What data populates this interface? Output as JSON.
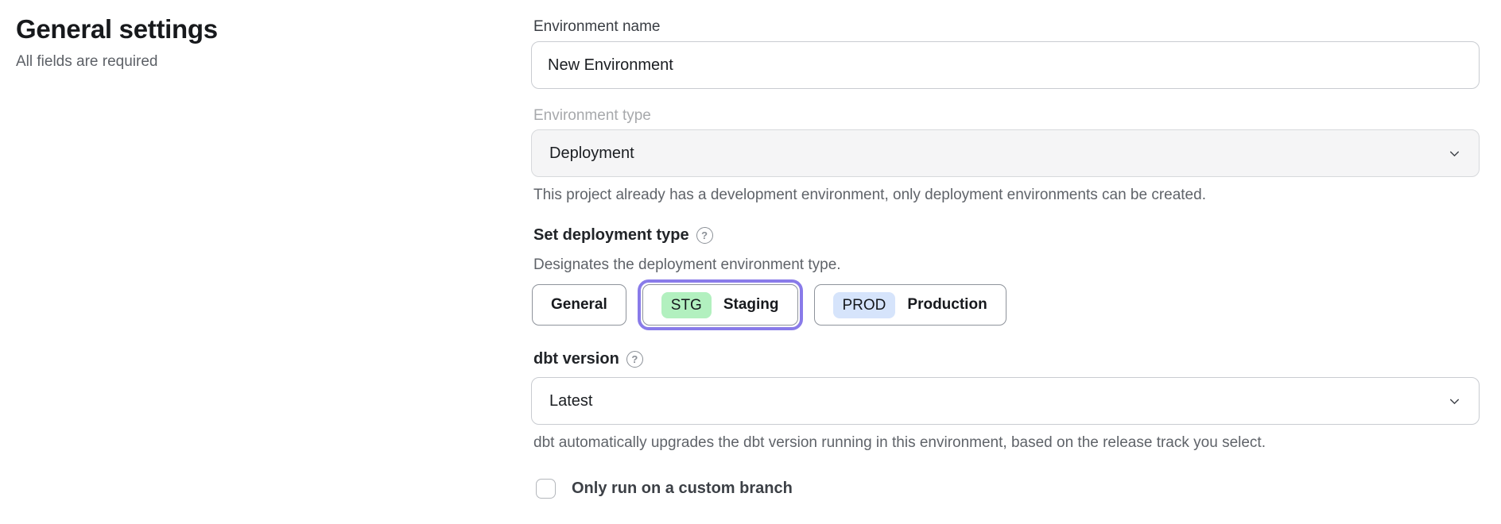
{
  "page": {
    "title": "General settings",
    "subtitle": "All fields are required"
  },
  "form": {
    "environment_name": {
      "label": "Environment name",
      "value": "New Environment"
    },
    "environment_type": {
      "label": "Environment type",
      "value": "Deployment",
      "disabled": true,
      "helper": "This project already has a development environment, only deployment environments can be created."
    },
    "deployment_type": {
      "label": "Set deployment type",
      "helper": "Designates the deployment environment type.",
      "options": [
        {
          "label": "General",
          "selected": false
        },
        {
          "badge": "STG",
          "label": "Staging",
          "selected": true
        },
        {
          "badge": "PROD",
          "label": "Production",
          "selected": false
        }
      ]
    },
    "dbt_version": {
      "label": "dbt version",
      "value": "Latest",
      "helper": "dbt automatically upgrades the dbt version running in this environment, based on the release track you select."
    },
    "custom_branch": {
      "label": "Only run on a custom branch",
      "checked": false
    }
  },
  "icons": {
    "help": "?",
    "chevron": "chevron-down"
  },
  "colors": {
    "accent_purple": "#897be9",
    "badge_green": "#b2f0bf",
    "badge_blue": "#d6e4fb",
    "disabled_bg": "#f5f5f6"
  }
}
